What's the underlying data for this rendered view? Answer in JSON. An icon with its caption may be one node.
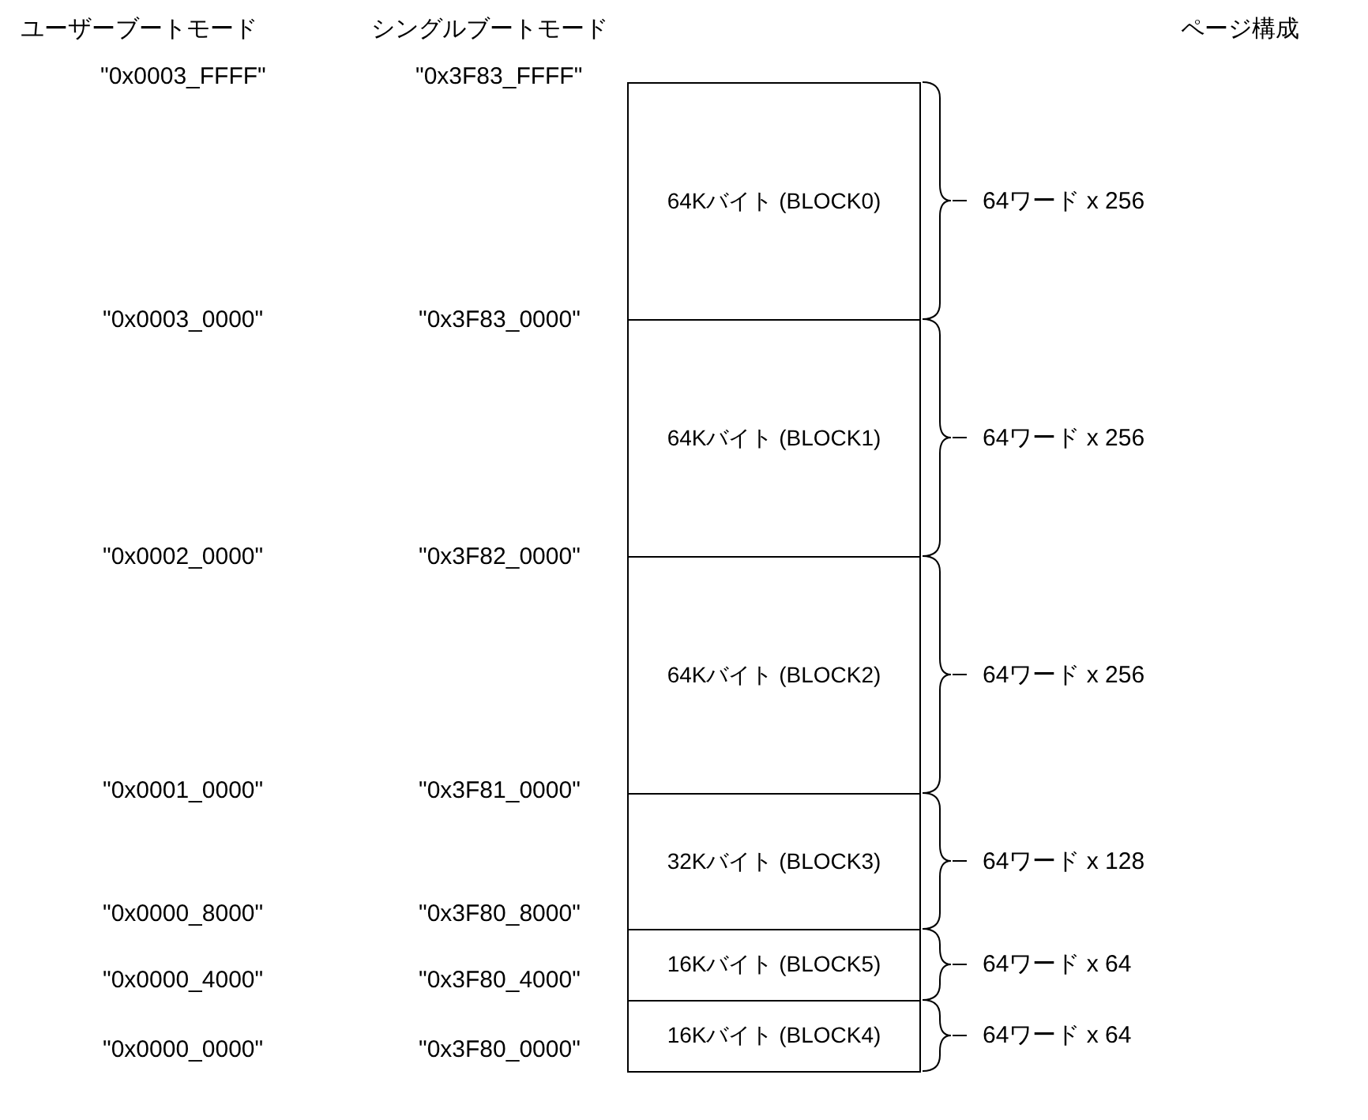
{
  "diagram": {
    "nodes": [
      {
        "text": [
          "64Kバイト (BLOCK0)"
        ],
        "beside": [
          "64ワード x 256"
        ]
      },
      {
        "text": [
          "64Kバイト (BLOCK1)"
        ],
        "beside": [
          "64ワード x 256"
        ]
      },
      {
        "text": [
          "64Kバイト (BLOCK2)"
        ],
        "beside": [
          "64ワード x 256"
        ]
      },
      {
        "text": [
          "32Kバイト (BLOCK3)"
        ],
        "beside": [
          "64ワード x 128"
        ]
      },
      {
        "text": [
          "16Kバイト (BLOCK5)"
        ],
        "beside": [
          "64ワード x 64"
        ]
      },
      {
        "text": [
          "16Kバイト (BLOCK4)"
        ],
        "beside": [
          "64ワード x 64"
        ]
      }
    ],
    "labels": [
      "ユーザーブートモード",
      "シングルブートモード",
      "ページ構成",
      "\"0x0003_FFFF\"",
      "\"0x3F83_FFFF\"",
      "\"0x0003_0000\"",
      "\"0x3F83_0000\"",
      "\"0x0002_0000\"",
      "\"0x3F82_0000\"",
      "\"0x0001_0000\"",
      "\"0x3F81_0000\"",
      "\"0x0000_8000\"",
      "\"0x3F80_8000\"",
      "\"0x0000_4000\"",
      "\"0x3F80_4000\"",
      "\"0x0000_0000\"",
      "\"0x3F80_0000\""
    ]
  }
}
